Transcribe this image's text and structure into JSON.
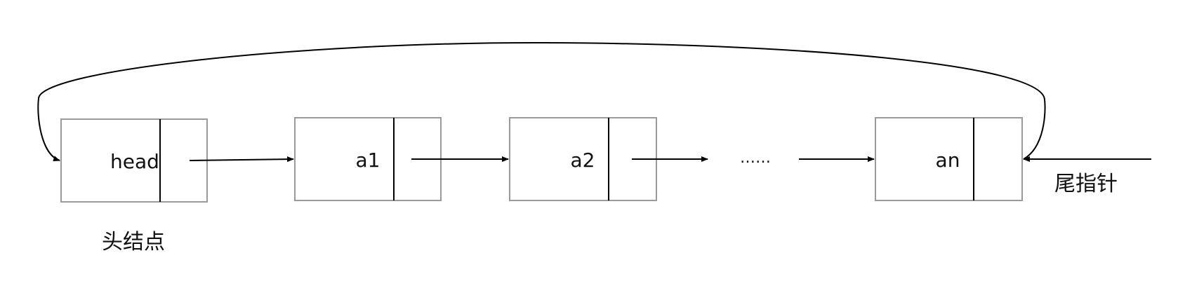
{
  "nodes": [
    {
      "id": "head",
      "label": "head"
    },
    {
      "id": "a1",
      "label": "a1"
    },
    {
      "id": "a2",
      "label": "a2"
    },
    {
      "id": "an",
      "label": "an"
    }
  ],
  "ellipsis": "……",
  "labels": {
    "head_caption": "头结点",
    "tail_pointer": "尾指针"
  },
  "colors": {
    "box_stroke": "#9a9a9a",
    "divider": "#000000",
    "arrow": "#000000"
  }
}
